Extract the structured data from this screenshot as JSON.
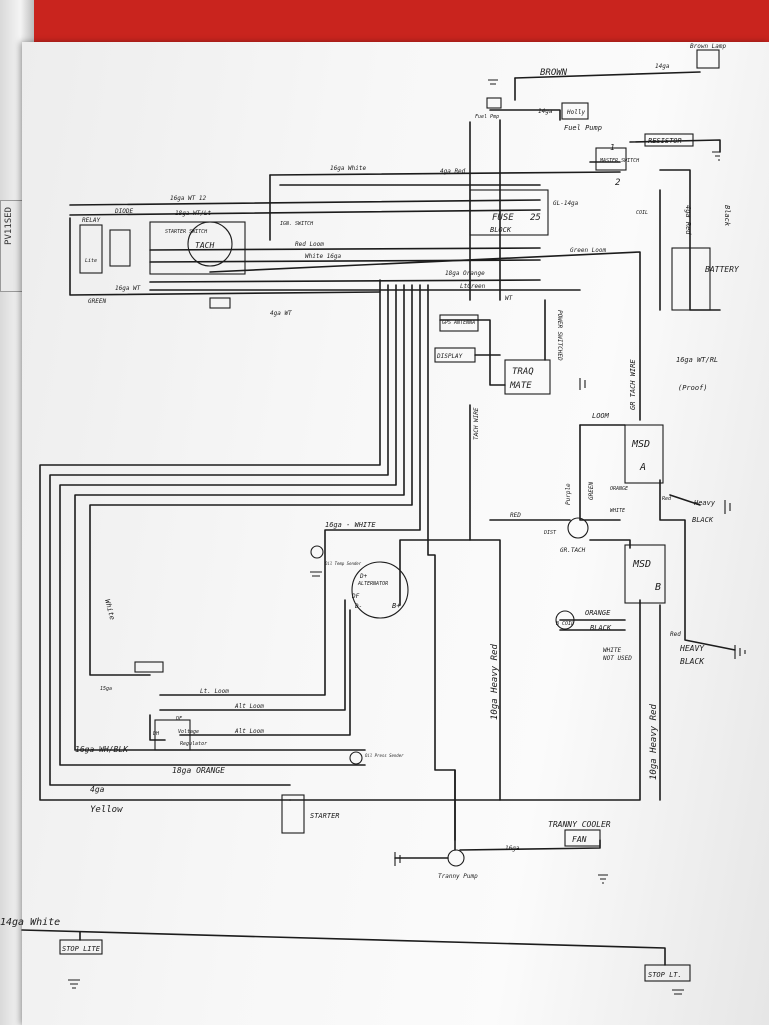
{
  "binder_tab": "PV11SED",
  "diagram": {
    "brown": "BROWN",
    "brown_lamp": "Brown Lamp",
    "brown_14ga": "14ga",
    "fuel_pump": "Fuel Pump",
    "holly": "Holly",
    "fuel_pmp": "Fuel Pmp",
    "ga14": "14ga",
    "resistor": "RESISTOR",
    "master_switch": "MASTER SWITCH",
    "num_1": "1",
    "num_2": "2",
    "gl14": "GL-14ga",
    "coil": "COIL",
    "black": "Black",
    "red_4ga": "4ga Red",
    "battery": "BATTERY",
    "wt_rl": "16ga WT/RL",
    "proof": "(Proof)",
    "fuse": "FUSE",
    "fuse_block": "BLOCK",
    "fuse_num": "25",
    "relay": "RELAY",
    "diode": "DIODE",
    "wt_12": "16ga WT 12",
    "wt_lgt": "18ga WT/Lt",
    "ign_switch": "IGN. SWITCH",
    "starter_switch": "STARTER SWITCH",
    "tach": "TACH",
    "red_loom": "Red Loom",
    "white_16ga": "White 16ga",
    "ga16_white": "16ga White",
    "ga18_orange_top": "18ga Orange",
    "light_green": "LtGreen",
    "wt": "WT",
    "green": "GREEN",
    "ga16_wt": "16ga WT",
    "ga4_red": "4ga Red",
    "green_loom": "Green Loom",
    "power_switched": "POWER SWITCHED",
    "gps_antenna": "GPS ANTENNA",
    "display": "DISPLAY",
    "traq": "TRAQ",
    "mate": "MATE",
    "gr_tach_wire": "GR TACH WIRE",
    "tach_wire": "TACH WIRE",
    "loom": "LOOM",
    "msd_a": "MSD",
    "msd_a_letter": "A",
    "purple": "Purple",
    "green_vert": "GREEN",
    "orange": "ORANGE",
    "white": "WHITE",
    "red": "RED",
    "dist": "DIST",
    "gr_tach": "GR.TACH",
    "heavy_black_1a": "Heavy",
    "heavy_black_1b": "BLACK",
    "red_small": "Red",
    "msd_b": "MSD",
    "msd_b_letter": "B",
    "b_coil": "B COIL",
    "orange_b": "ORANGE",
    "black_b": "BLACK",
    "white_not_used": "WHITE",
    "not_used": "NOT USED",
    "red_b": "Red",
    "heavy_black_2a": "HEAVY",
    "heavy_black_2b": "BLACK",
    "heavy_red_1": "10ga Heavy Red",
    "heavy_red_2": "10ga Heavy Red",
    "ga16_white_mid": "16ga - WHITE",
    "oil_temp": "Oil Temp Sender",
    "alternator": "ALTERNATOR",
    "d_plus": "D+",
    "df": "DF",
    "d_minus": "D-",
    "b_plus": "B+",
    "white_vert": "White",
    "lt_loom": "Lt. Loom",
    "alt_loom": "Alt Loom",
    "alt_loom2": "Alt Loom",
    "df2": "DF",
    "dh": "DH",
    "voltage": "Voltage",
    "regulator": "Regulator",
    "ga15": "15ga",
    "oil_press": "Oil Press Sender",
    "ga16_whblk": "16ga WH/BLK",
    "ga18_orange": "18ga ORANGE",
    "ga4": "4ga",
    "yellow": "Yellow",
    "starter": "STARTER",
    "tranny_cooler": "TRANNY COOLER",
    "fan": "FAN",
    "ga16b": "16ga",
    "tranny_pump": "Tranny Pump",
    "ga14_white": "14ga White",
    "stop_lite": "STOP LITE",
    "stop_lt": "STOP LT.",
    "ga4_wt": "4ga WT",
    "lite": "Lite",
    "green_left": "GREEN"
  }
}
